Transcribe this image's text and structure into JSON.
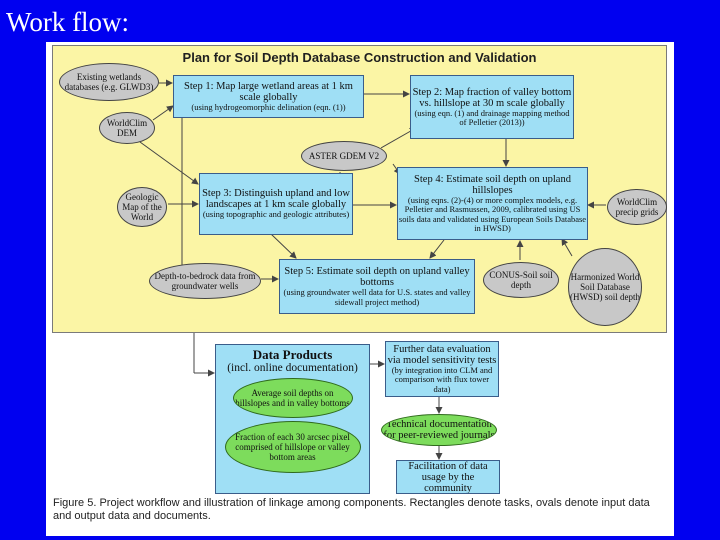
{
  "slide": {
    "title": "Work flow:"
  },
  "plan": {
    "title": "Plan for Soil Depth Database Construction and Validation"
  },
  "inputs": {
    "wetlands": "Existing wetlands databases (e.g. GLWD3)",
    "worldclim_dem": "WorldClim DEM",
    "aster": "ASTER GDEM V2",
    "geologic": "Geologic Map of the World",
    "depth_bedrock": "Depth-to-bedrock data from groundwater wells",
    "conus": "CONUS-Soil soil depth",
    "worldclim_precip": "WorldClim precip grids",
    "hwsd": "Harmonized World Soil Database (HWSD) soil depth"
  },
  "steps": {
    "step1": {
      "title": "Step 1: Map large wetland areas at 1 km scale globally",
      "detail": "(using hydrogeomorphic delination (eqn. (1))"
    },
    "step2": {
      "title": "Step 2: Map fraction of valley bottom vs. hillslope at 30 m scale globally",
      "detail": "(using eqn. (1) and drainage mapping method of Pelletier (2013))"
    },
    "step3": {
      "title": "Step 3: Distinguish upland and low landscapes at 1 km scale globally",
      "detail": "(using topographic and geologic attributes)"
    },
    "step4": {
      "title": "Step 4: Estimate soil depth on upland hillslopes",
      "detail": "(using eqns. (2)-(4) or more complex models, e.g. Pelletier and Rasmussen, 2009, calibrated using US soils data and validated using European Soils Database in HWSD)"
    },
    "step5": {
      "title": "Step 5: Estimate soil depth on upland valley bottoms",
      "detail": "(using groundwater well data for U.S. states and valley sidewall project method)"
    }
  },
  "products": {
    "title": "Data Products",
    "subtitle": "(incl. online documentation)",
    "avg_depth": "Average soil depths on hillslopes and in valley bottoms",
    "fraction": "Fraction of each 30 arcsec pixel comprised of hillslope or valley bottom areas"
  },
  "evaluation": {
    "further": {
      "title": "Further data evaluation via model sensitivity tests",
      "detail": "(by integration into CLM and comparison with flux tower data)"
    },
    "technical": "Technical documentation for peer-reviewed journals",
    "facilitation": "Facilitation of data usage by the community"
  },
  "caption": "Figure 5. Project workflow and illustration of linkage among components. Rectangles denote tasks, ovals denote input data and output data and documents."
}
